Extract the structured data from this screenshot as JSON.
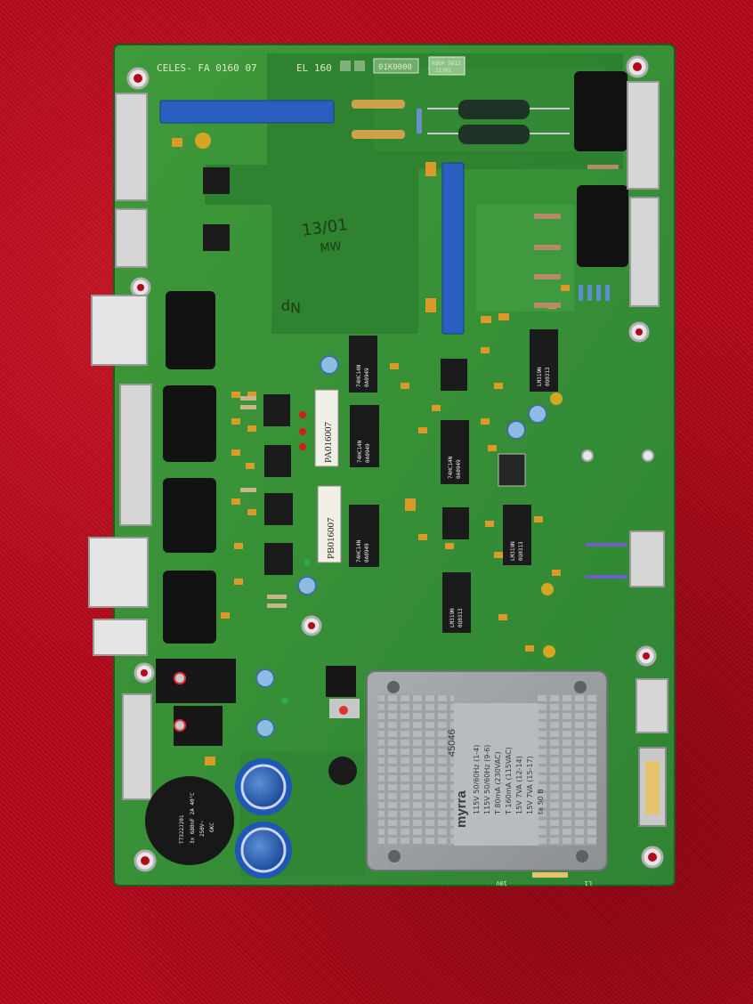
{
  "board": {
    "silkscreen_header": "CELES- FA 0160 07",
    "silkscreen_el": "EL 160",
    "board_id_label": "01K0000",
    "sticker_line1": "KUEH 5812",
    "sticker_line2": "11/01",
    "handwritten_date": "13/01",
    "handwritten_initials": "MW",
    "mirror_mark": "Np"
  },
  "labels": {
    "pa_label": "PA016007",
    "pb_label": "PB016007"
  },
  "chips": [
    {
      "id": "u1",
      "line1": "74HC14N",
      "line2": "0A0949"
    },
    {
      "id": "u2",
      "line1": "74HC14N",
      "line2": "0A0949"
    },
    {
      "id": "u3",
      "line1": "74HC14N",
      "line2": "0A0949"
    },
    {
      "id": "u4",
      "line1": "74HC14N",
      "line2": "0A0949"
    },
    {
      "id": "u5",
      "line1": "LM319N",
      "line2": "0Q0313"
    },
    {
      "id": "u6",
      "line1": "LM319N",
      "line2": "0Q0313"
    },
    {
      "id": "u7",
      "line1": "LM319N",
      "line2": "0Q0313"
    }
  ],
  "capacitor_block": {
    "line1": "T7322J201",
    "line2": "3x 680nF 2A 40°C",
    "line3": "250V~",
    "line4": "GKC"
  },
  "transformer": {
    "brand": "myrra",
    "model": "45046",
    "spec_lines": [
      "115V 50/60Hz (1-4)",
      "115V 50/60Hz (9-6)",
      "T 80mA (230VAC)",
      "T 160mA (115VAC)",
      "15V 7VA (12-14)",
      "15V 7VA (15-17)",
      "ta 50 B"
    ]
  },
  "bottom_silk": {
    "left": "10V",
    "right": "L1"
  }
}
